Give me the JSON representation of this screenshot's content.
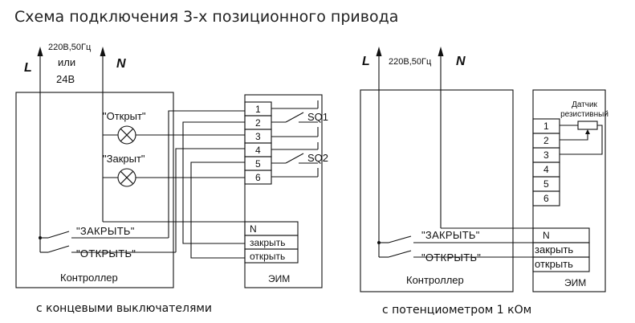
{
  "title": "Схема подключения 3-х позиционного привода",
  "left": {
    "L": "L",
    "N": "N",
    "supply_line1": "220В,50Гц",
    "supply_line2": "или",
    "supply_line3": "24В",
    "lamp_open": "\"Открыт\"",
    "lamp_close": "\"Закрыт\"",
    "switch_close": "\"ЗАКРЫТЬ\"",
    "switch_open": "\"ОТКРЫТЬ\"",
    "controller": "Контроллер",
    "eim": "ЭИМ",
    "terminals": [
      "1",
      "2",
      "3",
      "4",
      "5",
      "6"
    ],
    "sq1": "SQ1",
    "sq2": "SQ2",
    "term_n": "N",
    "term_close": "закрыть",
    "term_open": "открыть",
    "caption": "с концевыми выключателями"
  },
  "right": {
    "L": "L",
    "N": "N",
    "supply": "220В,50Гц",
    "switch_close": "\"ЗАКРЫТЬ\"",
    "switch_open": "\"ОТКРЫТЬ\"",
    "controller": "Контроллер",
    "eim": "ЭИМ",
    "sensor_line1": "Датчик",
    "sensor_line2": "резистивный",
    "terminals": [
      "1",
      "2",
      "3",
      "4",
      "5",
      "6"
    ],
    "term_n": "N",
    "term_close": "закрыть",
    "term_open": "открыть",
    "caption": "с потенциометром 1 кОм"
  }
}
